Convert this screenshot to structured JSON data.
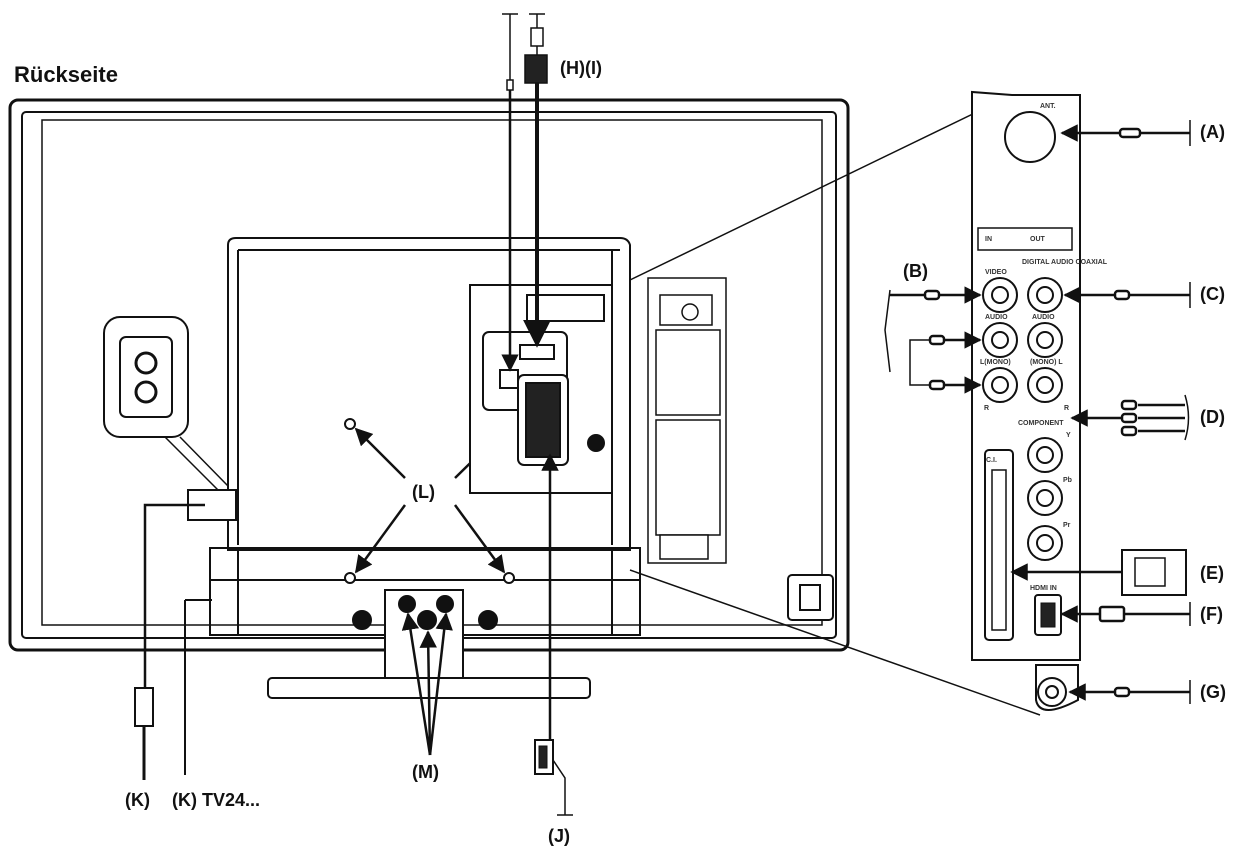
{
  "title": "Rückseite",
  "labels": {
    "A": "(A)",
    "B": "(B)",
    "C": "(C)",
    "D": "(D)",
    "E": "(E)",
    "F": "(F)",
    "G": "(G)",
    "HI": "(H)(I)",
    "J": "(J)",
    "K1": "(K)",
    "K2": "(K) TV24...",
    "L": "(L)",
    "M": "(M)"
  },
  "panel_text": {
    "ant": "ANT.",
    "in": "IN",
    "out": "OUT",
    "video": "VIDEO",
    "audio_in": "AUDIO",
    "digital_audio": "DIGITAL AUDIO COAXIAL",
    "audio_out": "AUDIO",
    "l_mono_in": "L(MONO)",
    "l_mono_out": "(MONO) L",
    "r_in": "R",
    "r_out": "R",
    "component": "COMPONENT",
    "y": "Y",
    "pb": "Pb",
    "pr": "Pr",
    "ci": "C.I.",
    "hdmi": "HDMI IN"
  }
}
